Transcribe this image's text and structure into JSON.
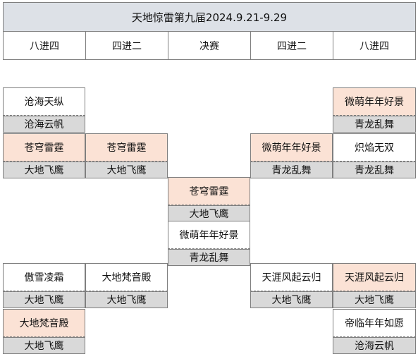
{
  "title": "天地惊雷第九届2024.9.21-9.29",
  "rounds": {
    "l_qf": "八进四",
    "l_sf": "四进二",
    "final": "决赛",
    "r_sf": "四进二",
    "r_qf": "八进四"
  },
  "matches": {
    "m1": {
      "top": "沧海天纵",
      "bottom": "沧海云帆"
    },
    "m2": {
      "top": "苍穹雷霆",
      "bottom": "大地飞鹰"
    },
    "m3": {
      "top": "苍穹雷霆",
      "bottom": "大地飞鹰"
    },
    "m4": {
      "top": "微萌年年好景",
      "bottom": "青龙乱舞"
    },
    "m5": {
      "top": "微萌年年好景",
      "bottom": "青龙乱舞"
    },
    "m6": {
      "top": "炽焰无双",
      "bottom": "青龙乱舞"
    },
    "final1": {
      "top": "苍穹雷霆",
      "bottom": "大地飞鹰"
    },
    "final2": {
      "top": "微萌年年好景",
      "bottom": "青龙乱舞"
    },
    "m7": {
      "top": "傲雪凌霜",
      "bottom": "大地飞鹰"
    },
    "m8": {
      "top": "大地梵音殿",
      "bottom": "大地飞鹰"
    },
    "m9": {
      "top": "天涯风起云归",
      "bottom": "大地飞鹰"
    },
    "m10": {
      "top": "天涯风起云归",
      "bottom": "大地飞鹰"
    },
    "m11": {
      "top": "大地梵音殿",
      "bottom": "大地飞鹰"
    },
    "m12": {
      "top": "帝临年年如愿",
      "bottom": "沧海云帆"
    }
  },
  "colors": {
    "winner_fill": "#fbe2d5",
    "sub_fill": "#d9d9d9",
    "title_fill": "#dde1e7",
    "border": "#7f7f7f"
  }
}
